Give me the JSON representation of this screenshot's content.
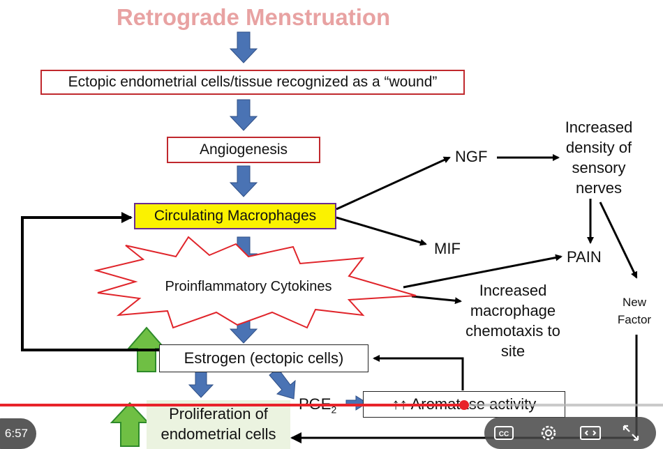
{
  "diagram": {
    "title": "Retrograde Menstruation",
    "nodes": {
      "ectopic": "Ectopic endometrial cells/tissue recognized as a “wound”",
      "angiogenesis": "Angiogenesis",
      "macrophages": "Circulating Macrophages",
      "cytokines": "Proinflammatory Cytokines",
      "estrogen": "Estrogen (ectopic cells)",
      "ngf": "NGF",
      "mif": "MIF",
      "pain": "PAIN",
      "sensory_line1": "Increased",
      "sensory_line2": "density of",
      "sensory_line3": "sensory",
      "sensory_line4": "nerves",
      "chemo_line1": "Increased",
      "chemo_line2": "macrophage",
      "chemo_line3": "chemotaxis to",
      "chemo_line4": "site",
      "new_factor_line1": "New",
      "new_factor_line2": "Factor",
      "pge": "PGE",
      "pge_sub": "2",
      "aromatase": "↑↑ Aromatase activity",
      "prolif_line1": "Proliferation of",
      "prolif_line2": "endometrial cells"
    },
    "colors": {
      "title": "#e8a2a2",
      "blue_arrow": "#4a73b4",
      "green_arrow": "#6fbf44",
      "box_border_red": "#c0282d",
      "highlight": "#fbf200"
    }
  },
  "player": {
    "time": "6:57",
    "progress_fraction": 0.7,
    "controls": [
      "cc-icon",
      "gear-icon",
      "theater-icon",
      "fullscreen-icon"
    ]
  }
}
